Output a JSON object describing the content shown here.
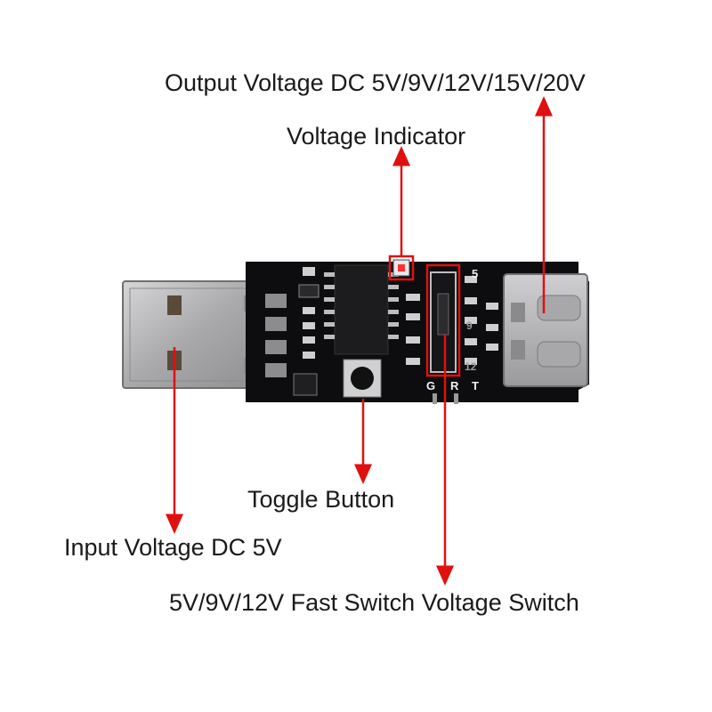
{
  "labels": {
    "output_voltage": "Output Voltage DC 5V/9V/12V/15V/20V",
    "voltage_indicator": "Voltage Indicator",
    "toggle_button": "Toggle Button",
    "input_voltage": "Input Voltage DC 5V",
    "fast_switch": "5V/9V/12V Fast Switch Voltage Switch"
  },
  "board_marks": {
    "v5": "5",
    "v9": "9",
    "v12": "12",
    "g": "G",
    "r": "R",
    "t": "T"
  },
  "colors": {
    "arrow": "#e01010",
    "pcb": "#0d0d0f",
    "metal": "#b9b9bb",
    "silkscreen": "#f2f2f2"
  }
}
